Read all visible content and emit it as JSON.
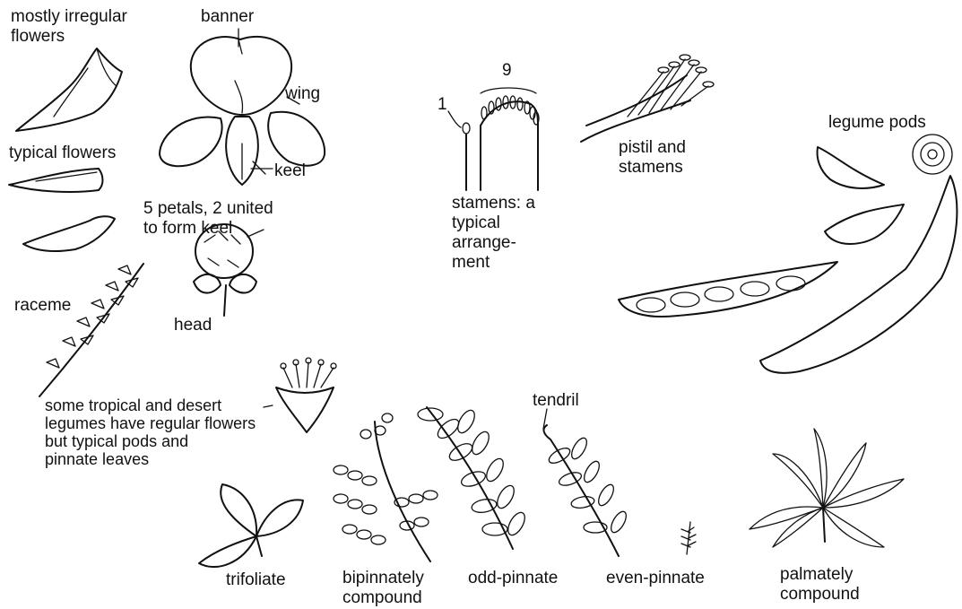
{
  "labels": {
    "mostly_irregular": "mostly irregular\nflowers",
    "banner": "banner",
    "wing": "wing",
    "keel": "keel",
    "typical_flowers": "typical flowers",
    "five_petals": "5 petals, 2 united\nto form      keel",
    "raceme": "raceme",
    "head": "head",
    "stamen_nine": "9",
    "stamen_one": "1",
    "stamens_arrangement": "stamens:  a\ntypical\narrange-\nment",
    "pistil_stamens": "pistil and\nstamens",
    "legume_pods": "legume pods",
    "tropical_note": "some tropical and desert\nlegumes have regular flowers\nbut typical pods and\npinnate leaves",
    "tendril": "tendril",
    "trifoliate": "trifoliate",
    "bipinnately": "bipinnately\ncompound",
    "odd_pinnate": "odd-pinnate",
    "even_pinnate": "even-pinnate",
    "palmately": "palmately\ncompound"
  }
}
